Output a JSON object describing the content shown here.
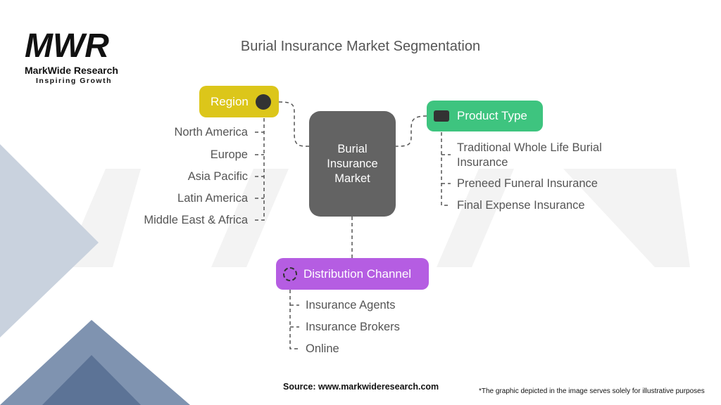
{
  "logo": {
    "name": "MarkWide Research",
    "tagline": "Inspiring Growth",
    "mark": "MWR"
  },
  "title": "Burial Insurance Market Segmentation",
  "center": {
    "label": "Burial Insurance Market"
  },
  "segments": [
    {
      "label": "Region",
      "icon": "globe-icon",
      "color": "#dcc61a",
      "items": [
        "North America",
        "Europe",
        "Asia Pacific",
        "Latin America",
        "Middle East & Africa"
      ]
    },
    {
      "label": "Product Type",
      "icon": "card-shield-icon",
      "color": "#3ec47f",
      "items": [
        "Traditional Whole Life Burial Insurance",
        "Preneed Funeral Insurance",
        "Final Expense Insurance"
      ]
    },
    {
      "label": "Distribution Channel",
      "icon": "mobile-cycle-icon",
      "color": "#b55de2",
      "items": [
        "Insurance Agents",
        "Insurance Brokers",
        "Online"
      ]
    }
  ],
  "source": "Source: www.markwideresearch.com",
  "disclaimer": "*The graphic depicted in the image serves solely for illustrative purposes"
}
